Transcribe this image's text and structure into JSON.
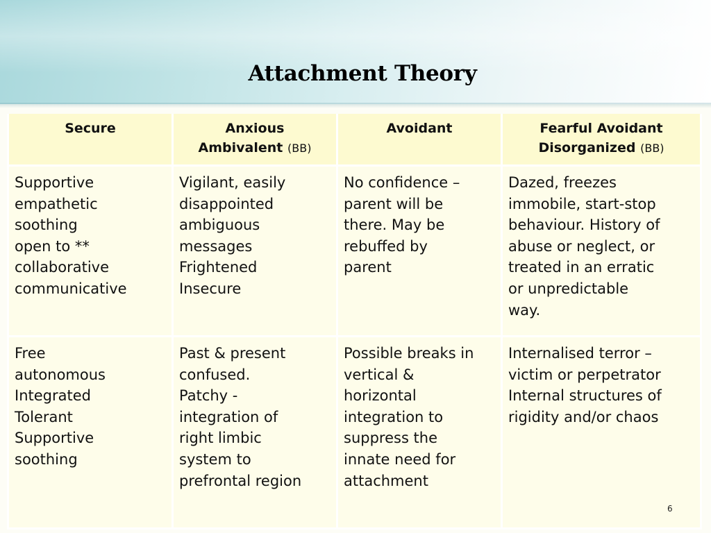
{
  "slide": {
    "title": "Attachment Theory",
    "page_number": "6"
  },
  "table": {
    "headers": [
      {
        "main": "Secure",
        "line2": "",
        "sub": ""
      },
      {
        "main": "Anxious",
        "line2": "Ambivalent",
        "sub": "(BB)"
      },
      {
        "main": "Avoidant",
        "line2": "",
        "sub": ""
      },
      {
        "main": "Fearful Avoidant",
        "line2": "Disorganized",
        "sub": "(BB)"
      }
    ],
    "rows": [
      [
        [
          "Supportive",
          "empathetic",
          "soothing",
          "open to **",
          "collaborative",
          "communicative"
        ],
        [
          "Vigilant, easily",
          "disappointed",
          "ambiguous",
          "messages",
          "Frightened",
          "Insecure"
        ],
        [
          "No confidence –",
          "parent will be",
          "there. May be",
          "rebuffed by",
          "parent"
        ],
        [
          "Dazed, freezes",
          "immobile, start-stop",
          "behaviour. History of",
          "abuse or neglect, or",
          "treated in an erratic",
          "or unpredictable",
          "way."
        ]
      ],
      [
        [
          "Free",
          "autonomous",
          "Integrated",
          "Tolerant",
          "Supportive",
          "soothing"
        ],
        [
          "Past & present",
          "confused.",
          "Patchy -",
          "integration of",
          "right limbic",
          "system to",
          "prefrontal region"
        ],
        [
          "Possible breaks in",
          "vertical &",
          "horizontal",
          "integration to",
          "suppress the",
          "innate need for",
          "attachment"
        ],
        [
          "Internalised terror –",
          "victim or perpetrator",
          "Internal structures of",
          "rigidity and/or chaos"
        ]
      ]
    ]
  }
}
